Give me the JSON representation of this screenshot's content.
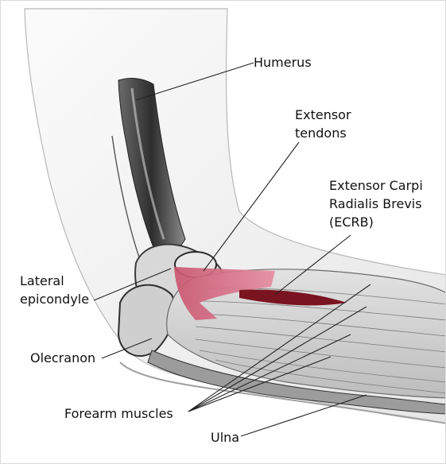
{
  "labels": {
    "humerus": "Humerus",
    "extensor_tendons_1": "Extensor",
    "extensor_tendons_2": "tendons",
    "ecrb_1": "Extensor Carpi",
    "ecrb_2": "Radialis Brevis",
    "ecrb_3": "(ECRB)",
    "lateral_epicondyle_1": "Lateral",
    "lateral_epicondyle_2": "epicondyle",
    "olecranon": "Olecranon",
    "forearm_muscles": "Forearm muscles",
    "ulna": "Ulna"
  },
  "colors": {
    "tendon": "#d9687e",
    "ecrb": "#7a1420",
    "skin": "#f4f4f4",
    "outline": "#9a9a9a",
    "bone_shadow": "#3a3a3a"
  }
}
